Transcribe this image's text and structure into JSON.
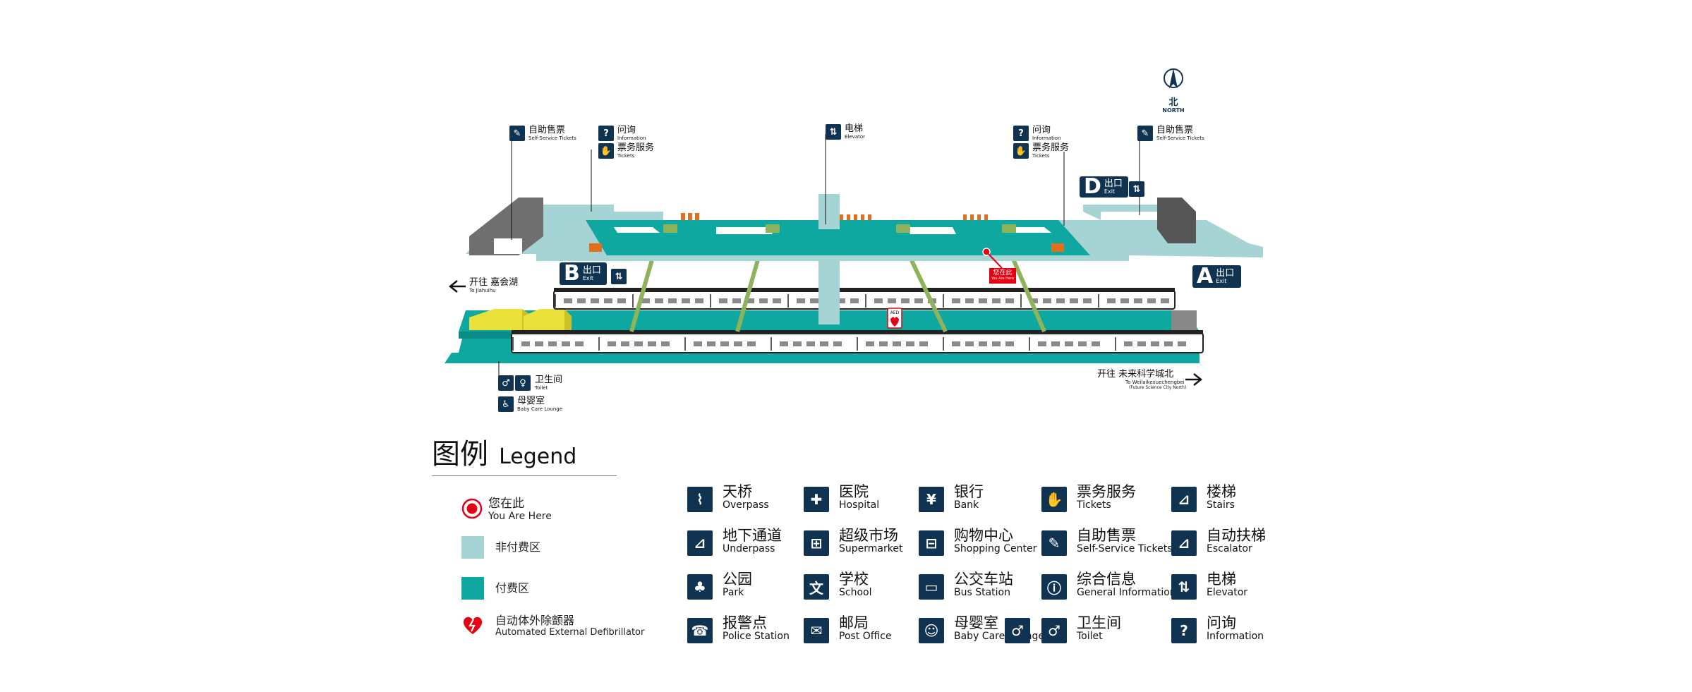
{
  "colors": {
    "paid": "#0ea8a0",
    "unpaid": "#a6d3d4",
    "navy": "#0f3351",
    "red": "#e50012",
    "gray": "#6f6f6f",
    "yellow": "#e9e03a",
    "green": "#8fb35a",
    "orange": "#e36f1e"
  },
  "map": {
    "north": {
      "zh": "北",
      "en": "NORTH"
    },
    "labels": {
      "self_ticket_left": {
        "zh": "自助售票",
        "en": "Self-Service Tickets"
      },
      "info_left": {
        "zh": "问询",
        "en": "Information"
      },
      "tickets_left": {
        "zh": "票务服务",
        "en": "Tickets"
      },
      "elevator": {
        "zh": "电梯",
        "en": "Elevator"
      },
      "info_right": {
        "zh": "问询",
        "en": "Information"
      },
      "tickets_right": {
        "zh": "票务服务",
        "en": "Tickets"
      },
      "self_ticket_right": {
        "zh": "自助售票",
        "en": "Self-Service Tickets"
      },
      "toilet": {
        "zh": "卫生间",
        "en": "Toilet"
      },
      "baby": {
        "zh": "母婴室",
        "en": "Baby Care Lounge"
      },
      "aed": "AED"
    },
    "exits": {
      "A": {
        "letter": "A",
        "zh": "出口",
        "en": "Exit"
      },
      "B": {
        "letter": "B",
        "zh": "出口",
        "en": "Exit"
      },
      "D": {
        "letter": "D",
        "zh": "出口",
        "en": "Exit"
      }
    },
    "you_are_here": {
      "zh": "您在此",
      "en": "You Are Here"
    },
    "direction_left": {
      "zh": "开往 嘉会湖",
      "en": "To Jiahuihu"
    },
    "direction_right": {
      "zh": "开往 未来科学城北",
      "en": "To Weilaikexuechengbei",
      "en2": "(Future Science City North)"
    }
  },
  "legend": {
    "title_zh": "图例",
    "title_en": "Legend",
    "items": [
      {
        "zh": "您在此",
        "en": "You Are Here"
      },
      {
        "zh": "非付费区",
        "en": ""
      },
      {
        "zh": "付费区",
        "en": ""
      },
      {
        "zh": "自动体外除颤器",
        "en": "Automated External Defibrillator"
      }
    ],
    "icons": [
      {
        "zh": "天桥",
        "en": "Overpass",
        "icon": "overpass-icon"
      },
      {
        "zh": "医院",
        "en": "Hospital",
        "icon": "hospital-icon"
      },
      {
        "zh": "银行",
        "en": "Bank",
        "icon": "bank-icon"
      },
      {
        "zh": "票务服务",
        "en": "Tickets",
        "icon": "tickets-icon"
      },
      {
        "zh": "楼梯",
        "en": "Stairs",
        "icon": "stairs-icon"
      },
      {
        "zh": "地下通道",
        "en": "Underpass",
        "icon": "underpass-icon"
      },
      {
        "zh": "超级市场",
        "en": "Supermarket",
        "icon": "supermarket-icon"
      },
      {
        "zh": "购物中心",
        "en": "Shopping Center",
        "icon": "shopping-center-icon"
      },
      {
        "zh": "自助售票",
        "en": "Self-Service Tickets",
        "icon": "self-service-tickets-icon"
      },
      {
        "zh": "自动扶梯",
        "en": "Escalator",
        "icon": "escalator-icon"
      },
      {
        "zh": "公园",
        "en": "Park",
        "icon": "park-icon"
      },
      {
        "zh": "学校",
        "en": "School",
        "icon": "school-icon"
      },
      {
        "zh": "公交车站",
        "en": "Bus Station",
        "icon": "bus-station-icon"
      },
      {
        "zh": "综合信息",
        "en": "General Information",
        "icon": "general-information-icon"
      },
      {
        "zh": "电梯",
        "en": "Elevator",
        "icon": "elevator-icon"
      },
      {
        "zh": "报警点",
        "en": "Police Station",
        "icon": "police-station-icon"
      },
      {
        "zh": "邮局",
        "en": "Post Office",
        "icon": "post-office-icon"
      },
      {
        "zh": "母婴室",
        "en": "Baby Care Lounge",
        "icon": "baby-care-icon"
      },
      {
        "zh": "卫生间",
        "en": "Toilet",
        "icon": "toilet-icon"
      },
      {
        "zh": "问询",
        "en": "Information",
        "icon": "information-icon"
      }
    ]
  }
}
